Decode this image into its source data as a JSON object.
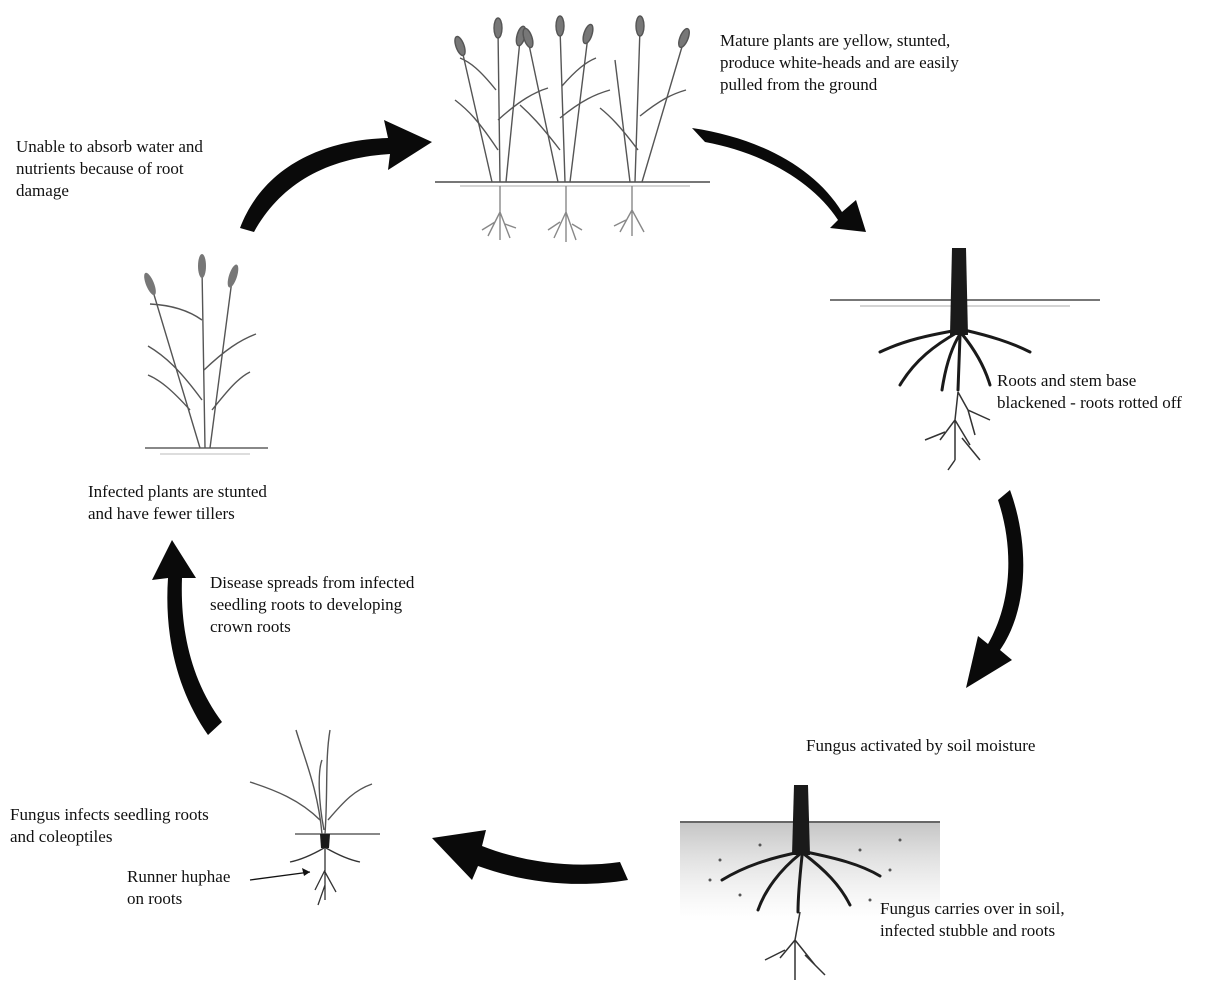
{
  "diagram": {
    "stages": {
      "mature": {
        "lines": [
          "Mature plants are yellow, stunted,",
          "produce white-heads and are easily",
          "pulled from the ground"
        ]
      },
      "blackened": {
        "lines": [
          "Roots and stem base",
          "blackened - roots rotted off"
        ]
      },
      "activated": {
        "lines": [
          "Fungus activated by soil moisture"
        ]
      },
      "carryover": {
        "lines": [
          "Fungus carries over in soil,",
          "infected stubble and roots"
        ]
      },
      "seedling": {
        "lines": [
          "Fungus infects seedling roots",
          "and coleoptiles"
        ]
      },
      "hyphae": {
        "lines": [
          "Runner huphae",
          "on roots"
        ]
      },
      "spread": {
        "lines": [
          "Disease spreads from infected",
          "seedling roots to developing",
          "crown roots"
        ]
      },
      "stunted": {
        "lines": [
          "Infected plants are stunted",
          "and have fewer tillers"
        ]
      },
      "unable": {
        "lines": [
          "Unable to absorb water and",
          "nutrients because of root",
          "damage"
        ]
      }
    },
    "colors": {
      "ink": "#111111",
      "arrow": "#0a0a0a",
      "plant": "#555555",
      "soil": "#9a9a9a"
    }
  }
}
